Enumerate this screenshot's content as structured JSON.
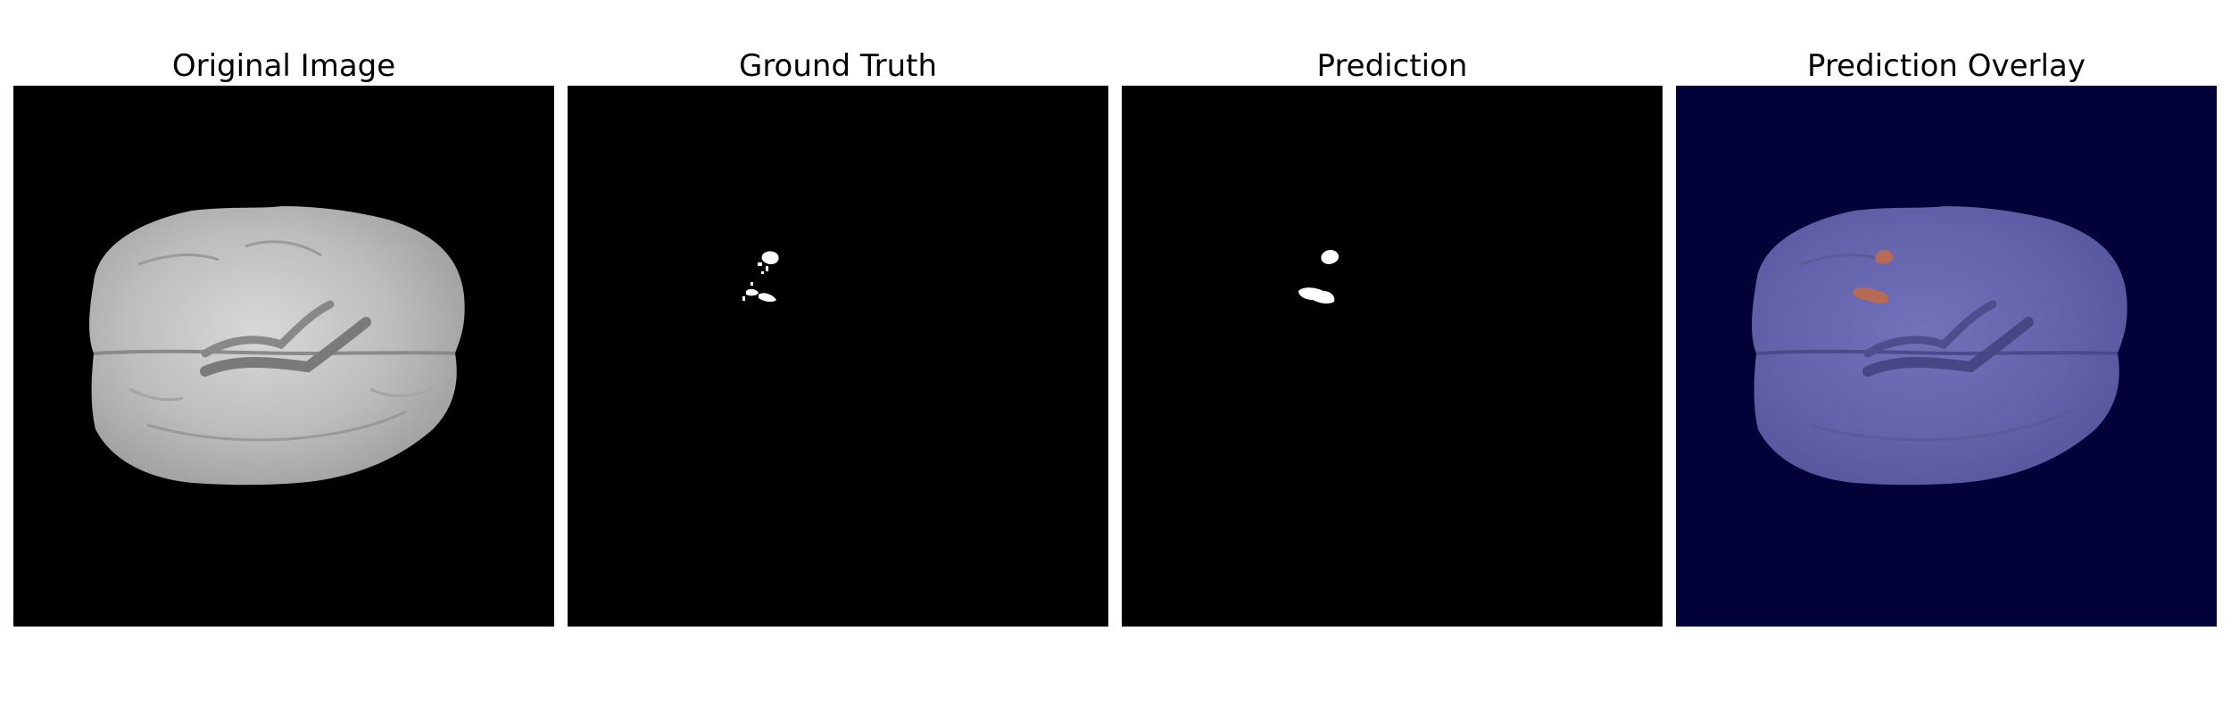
{
  "figure": {
    "panels": [
      {
        "title": "Original Image"
      },
      {
        "title": "Ground Truth"
      },
      {
        "title": "Prediction"
      },
      {
        "title": "Prediction Overlay"
      }
    ]
  },
  "colors": {
    "background": "#000000",
    "overlay_background": "#020238",
    "brain_tissue": "#c8c8c8",
    "brain_overlay": "#6666b0",
    "mask": "#ffffff",
    "overlay_lesion": "#b86a55"
  }
}
